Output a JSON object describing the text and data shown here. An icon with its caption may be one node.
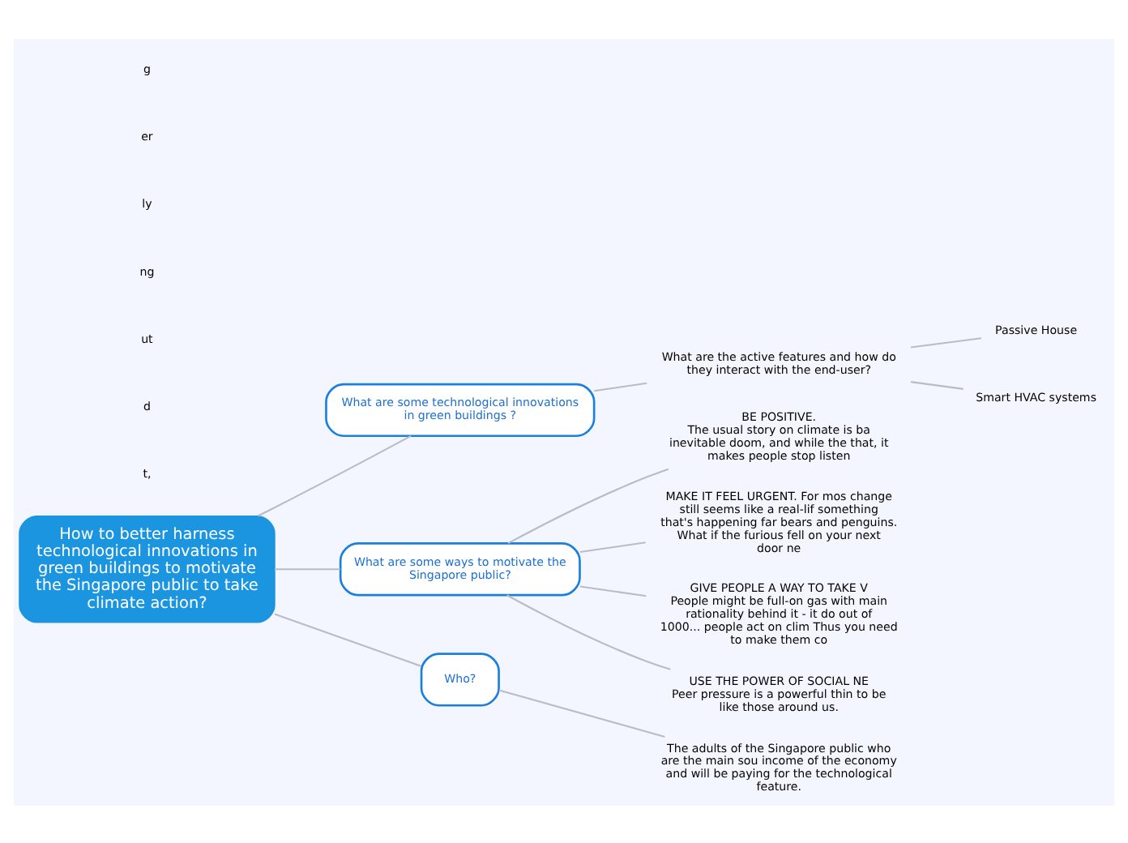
{
  "diagram": {
    "nodes": [
      {
        "text": [
          "How to better harness technological innovations in green buildings to motivate the Singapore public to take climate action?"
        ]
      },
      {
        "text": [
          "What are some technological innovations in green buildings ?"
        ]
      },
      {
        "text": [
          "What are the active features and how do they interact with the end-user?"
        ]
      },
      {
        "text": [
          "Passive House"
        ]
      },
      {
        "text": [
          "Smart HVAC systems"
        ]
      },
      {
        "text": [
          "What are some ways to motivate the Singapore public?"
        ]
      },
      {
        "text": [
          "BE POSITIVE.",
          "The usual story on climate is ba inevitable doom, and while the that, it makes people stop listen"
        ]
      },
      {
        "text": [
          "MAKE IT FEEL URGENT. For mos change still seems like a real-lif something that's happening far bears and penguins. What if the furious fell on your next door ne"
        ]
      },
      {
        "text": [
          "GIVE PEOPLE A WAY TO TAKE V",
          "People might be full-on gas with main rationality behind it - it do out of 1000... people act on clim Thus you need to make them co"
        ]
      },
      {
        "text": [
          "USE THE POWER OF SOCIAL NE",
          "Peer pressure is a powerful thin to be like those around us."
        ]
      },
      {
        "text": [
          "Who?"
        ]
      },
      {
        "text": [
          "The adults of the Singapore public who are the main sou income of the economy and will be paying for the technological feature."
        ]
      }
    ],
    "edges": [
      {
        "from": 0,
        "to": 1,
        "arrow": "none"
      },
      {
        "from": 1,
        "to": 2,
        "arrow": "none"
      },
      {
        "from": 2,
        "to": 3,
        "arrow": "none"
      },
      {
        "from": 2,
        "to": 4,
        "arrow": "none"
      },
      {
        "from": 0,
        "to": 5,
        "arrow": "none"
      },
      {
        "from": 5,
        "to": 6,
        "arrow": "none"
      },
      {
        "from": 5,
        "to": 7,
        "arrow": "none"
      },
      {
        "from": 5,
        "to": 8,
        "arrow": "none"
      },
      {
        "from": 5,
        "to": 9,
        "arrow": "none"
      },
      {
        "from": 0,
        "to": 10,
        "arrow": "none"
      },
      {
        "from": 10,
        "to": 11,
        "arrow": "none"
      }
    ],
    "labels": [
      "t,",
      "d",
      "ut",
      "ng",
      "ly",
      "er",
      "g"
    ]
  }
}
